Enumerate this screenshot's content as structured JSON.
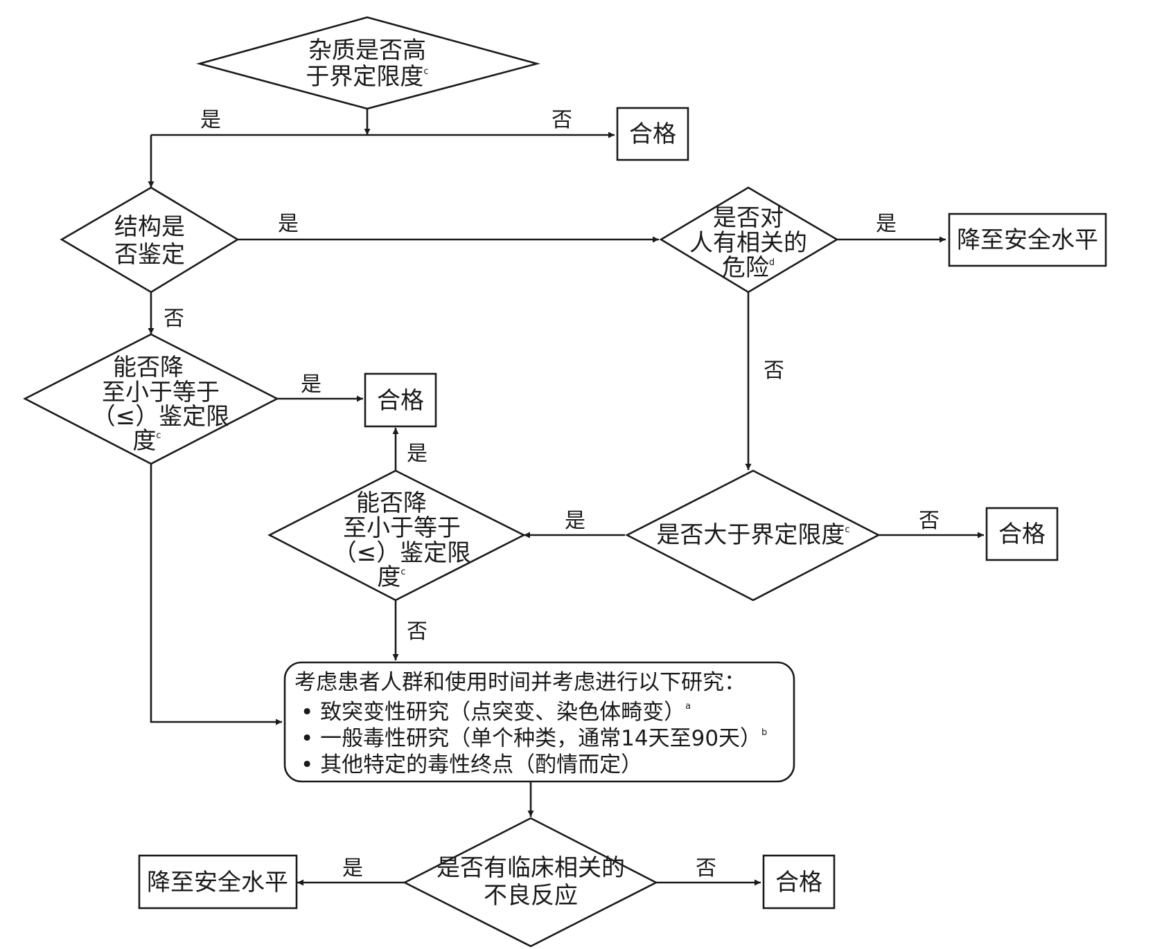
{
  "nodes": {
    "start": {
      "lines": [
        "杂质是否高",
        "于界定限度"
      ],
      "sup": "c"
    },
    "pass1": {
      "label": "合格"
    },
    "structure": {
      "lines": [
        "结构是",
        "否鉴定"
      ]
    },
    "hazard": {
      "lines": [
        "是否对",
        "人有相关的",
        "危险"
      ],
      "sup": "d"
    },
    "reduce1": {
      "label": "降至安全水平"
    },
    "reduce_left": {
      "lines": [
        "能否降",
        "至小于等于",
        "（≤）鉴定限",
        "度"
      ],
      "sup": "c"
    },
    "pass2": {
      "label": "合格"
    },
    "above_limit": {
      "text": "是否大于界定限度",
      "sup": "c"
    },
    "pass3": {
      "label": "合格"
    },
    "reduce_mid": {
      "lines": [
        "能否降",
        "至小于等于",
        "（≤）鉴定限",
        "度"
      ],
      "sup": "c"
    },
    "studies": {
      "title": "考虑患者人群和使用时间并考虑进行以下研究：",
      "bullets": [
        {
          "text": "致突变性研究（点突变、染色体畸变）",
          "sup": "a"
        },
        {
          "text": "一般毒性研究（单个种类，通常14天至90天）",
          "sup": "b"
        },
        {
          "text": "其他特定的毒性终点（酌情而定）",
          "sup": ""
        }
      ],
      "bullet_char": "•"
    },
    "adverse": {
      "lines": [
        "是否有临床相关的",
        "不良反应"
      ]
    },
    "reduce2": {
      "label": "降至安全水平"
    },
    "pass4": {
      "label": "合格"
    }
  },
  "edge_labels": {
    "start_yes": "是",
    "start_no": "否",
    "structure_yes": "是",
    "structure_no": "否",
    "hazard_yes": "是",
    "hazard_no": "否",
    "reduce_left_yes": "是",
    "reduce_mid_yes": "是",
    "above_yes": "是",
    "above_no": "否",
    "reduce_mid_no": "否",
    "adverse_yes": "是",
    "adverse_no": "否"
  }
}
